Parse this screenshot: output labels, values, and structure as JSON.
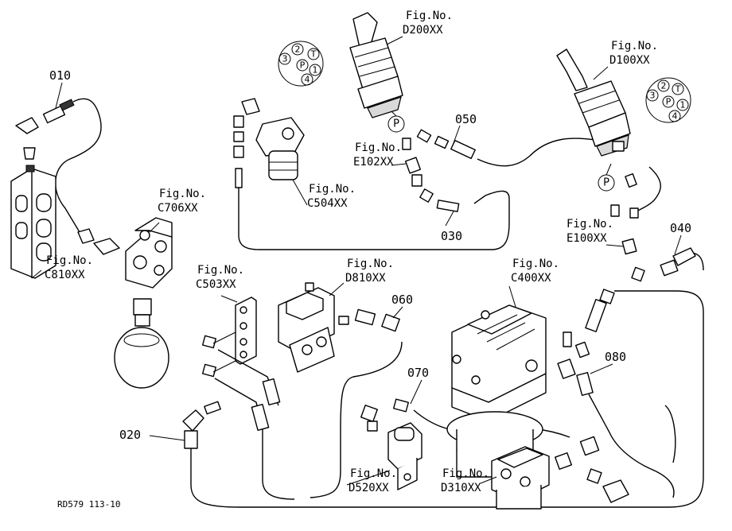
{
  "diagram": {
    "part_numbers": {
      "p010": "010",
      "p020": "020",
      "p030": "030",
      "p040": "040",
      "p050": "050",
      "p060": "060",
      "p070": "070",
      "p080": "080"
    },
    "figures": {
      "d200": {
        "line1": "Fig.No.",
        "line2": "D200XX"
      },
      "d100": {
        "line1": "Fig.No.",
        "line2": "D100XX"
      },
      "e102": {
        "line1": "Fig.No.",
        "line2": "E102XX"
      },
      "e100": {
        "line1": "Fig.No.",
        "line2": "E100XX"
      },
      "c504": {
        "line1": "Fig.No.",
        "line2": "C504XX"
      },
      "c706": {
        "line1": "Fig.No.",
        "line2": "C706XX"
      },
      "c810": {
        "line1": "Fig.No.",
        "line2": "C810XX"
      },
      "c503": {
        "line1": "Fig.No.",
        "line2": "C503XX"
      },
      "d810": {
        "line1": "Fig.No.",
        "line2": "D810XX"
      },
      "c400": {
        "line1": "Fig.No.",
        "line2": "C400XX"
      },
      "d520": {
        "line1": "Fig.No.",
        "line2": "D520XX"
      },
      "d310": {
        "line1": "Fig.No.",
        "line2": "D310XX"
      }
    },
    "port_diagram_left": {
      "p1": "1",
      "p2": "2",
      "p3": "3",
      "p4": "4",
      "pt": "T",
      "pp": "P"
    },
    "port_diagram_right": {
      "p1": "1",
      "p2": "2",
      "p3": "3",
      "p4": "4",
      "pt": "T",
      "pp": "P"
    },
    "pressure_marks": {
      "upper": "P",
      "lower": "P"
    },
    "footer": "RD579 113-10"
  }
}
